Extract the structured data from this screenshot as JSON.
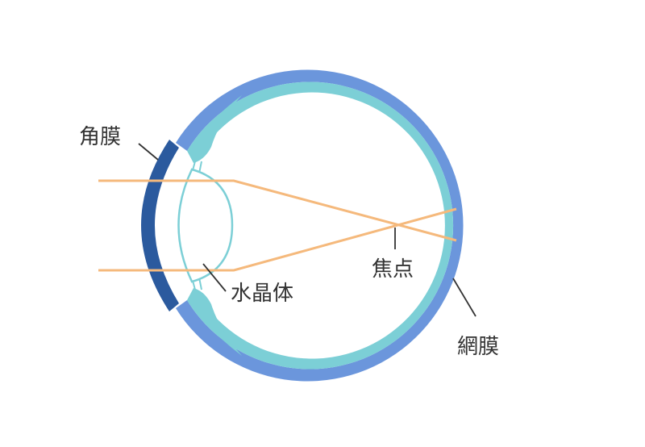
{
  "labels": {
    "cornea": "角膜",
    "lens": "水晶体",
    "focal_point": "焦点",
    "retina": "網膜"
  },
  "colors": {
    "sclera": "#6b96dc",
    "choroid_retina": "#7ccfd6",
    "cornea": "#2b5a9e",
    "lens_outline": "#7ccfd6",
    "light_rays": "#f5b97c",
    "leader_lines": "#333333",
    "label_text": "#333333",
    "background": "#ffffff"
  }
}
